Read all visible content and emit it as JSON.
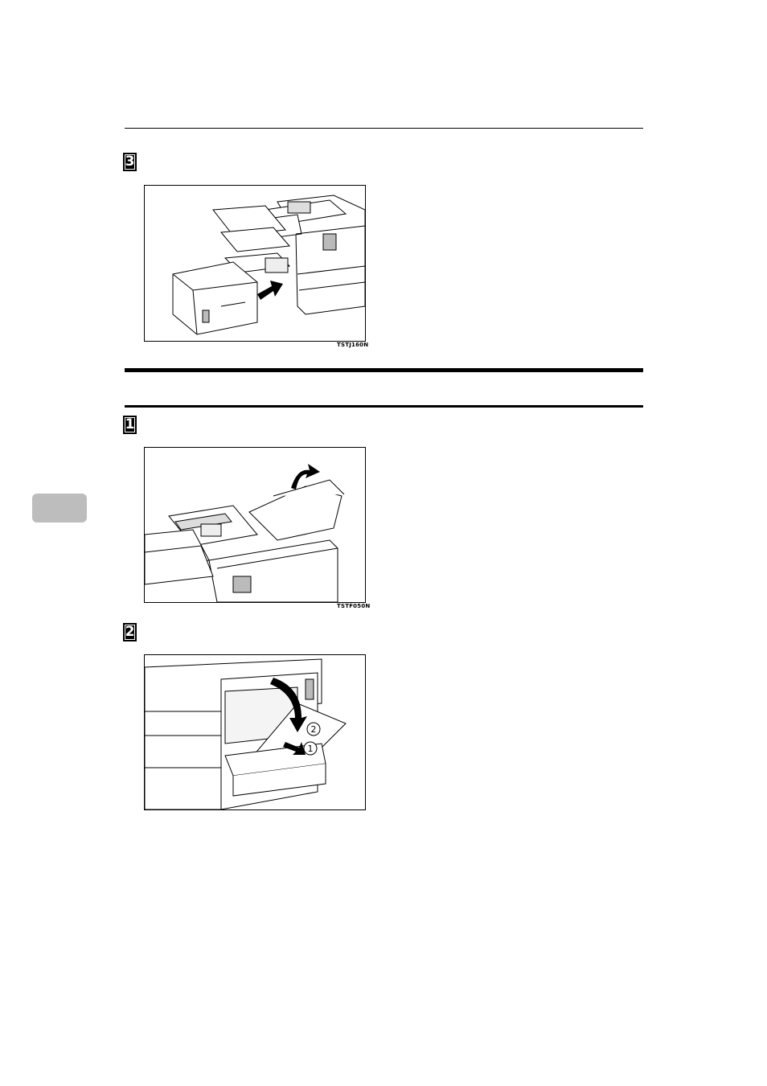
{
  "steps": {
    "step1": "3",
    "step2": "1",
    "step3": "2"
  },
  "figures": {
    "fig1": {
      "code": "TSTJ160N",
      "alt": "Attaching the finisher unit to the fax machine"
    },
    "fig2": {
      "code": "TSTF050N",
      "alt": "Lifting the document feeder cover"
    },
    "fig3": {
      "code": "",
      "alt": "Opening the side cover",
      "callout1": "1",
      "callout2": "2"
    }
  }
}
